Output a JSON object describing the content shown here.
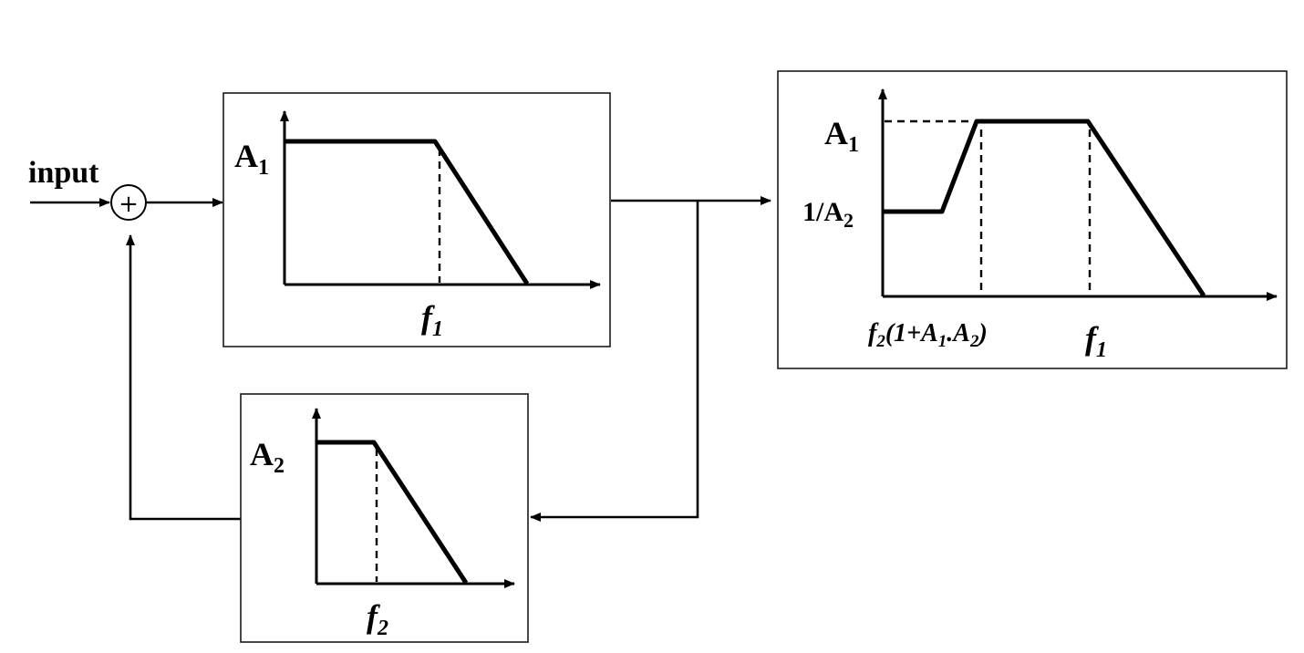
{
  "input_label": "input",
  "summing_sign": "+",
  "block_a1": {
    "gain_label_main": "A",
    "gain_label_sub": "1",
    "corner_label_main": "f",
    "corner_label_sub": "1"
  },
  "block_a2": {
    "gain_label_main": "A",
    "gain_label_sub": "2",
    "corner_label_main": "f",
    "corner_label_sub": "2"
  },
  "block_output": {
    "high_gain_main": "A",
    "high_gain_sub": "1",
    "low_gain_main": "1/A",
    "low_gain_sub": "2",
    "corner_low_prefix": "f",
    "corner_low_prefix_sub": "2",
    "corner_low_mid1": "(1+A",
    "corner_low_mid1_sub": "1",
    "corner_low_mid2": ".A",
    "corner_low_mid2_sub": "2",
    "corner_low_end": ")",
    "corner_high_main": "f",
    "corner_high_sub": "1"
  }
}
